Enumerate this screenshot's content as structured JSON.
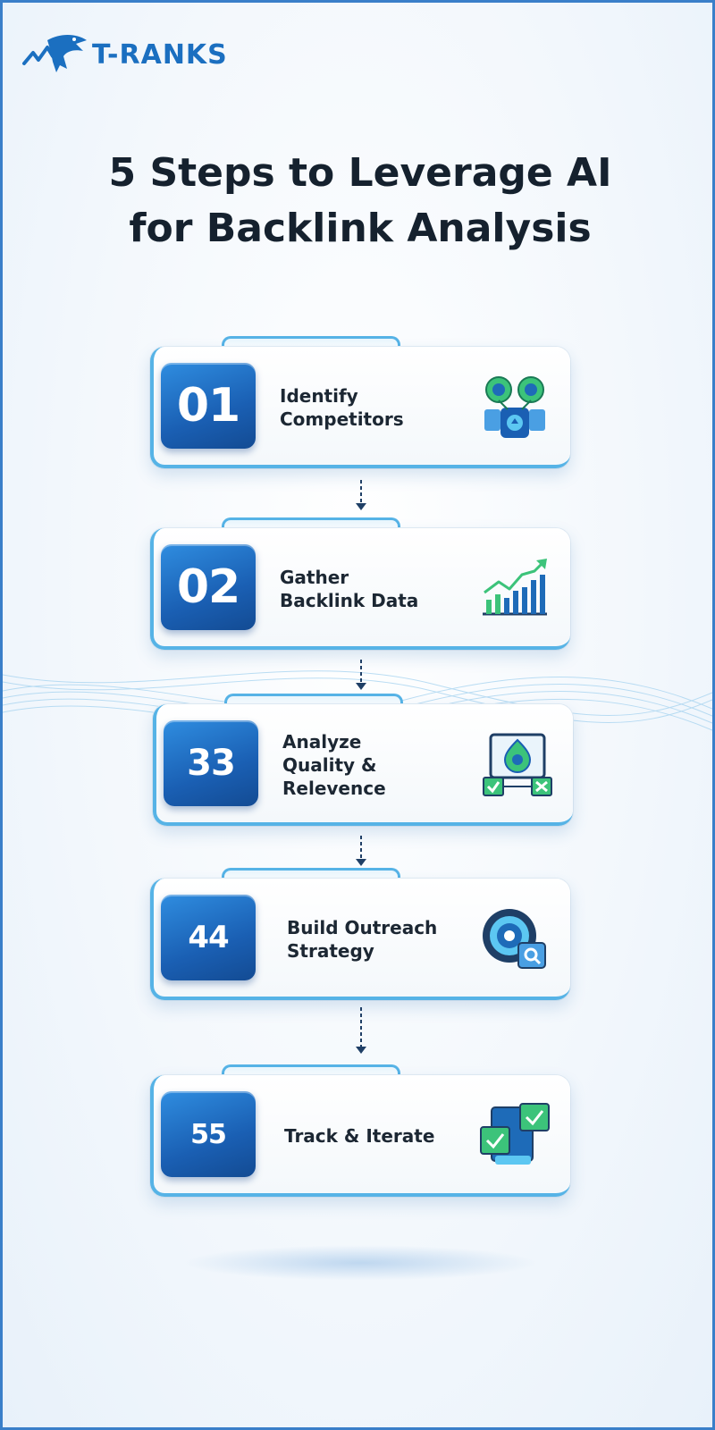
{
  "brand": {
    "name": "T-RANKS",
    "color": "#1b6fc0"
  },
  "title": {
    "line1": "5 Steps to Leverage AI",
    "line2": "for Backlink Analysis"
  },
  "steps": [
    {
      "number": "01",
      "label_lines": [
        "Identify",
        "Competitors"
      ],
      "icon": "competitors-icon"
    },
    {
      "number": "02",
      "label_lines": [
        "Gather",
        "Backlink Data"
      ],
      "icon": "growth-chart-icon"
    },
    {
      "number": "33",
      "label_lines": [
        "Analyze",
        "Quality &",
        "Relevence"
      ],
      "icon": "quality-check-icon"
    },
    {
      "number": "44",
      "label_lines": [
        "Build Outreach",
        "Strategy"
      ],
      "icon": "target-search-icon"
    },
    {
      "number": "55",
      "label_lines": [
        "Track & Iterate"
      ],
      "icon": "track-checklist-icon"
    }
  ],
  "colors": {
    "accent": "#56b3e6",
    "badge": "#1a5fb3",
    "icon_green": "#3cc37a",
    "text": "#15212e"
  }
}
